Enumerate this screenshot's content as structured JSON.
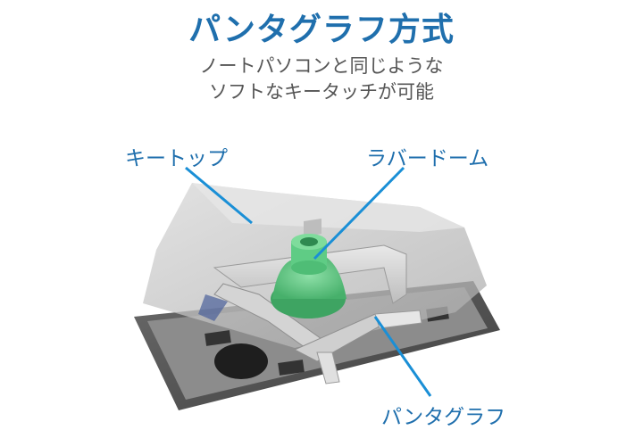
{
  "title": "パンタグラフ方式",
  "subtitle": {
    "line1": "ノートパソコンと同じような",
    "line2": "ソフトなキータッチが可能"
  },
  "labels": {
    "keytop": "キートップ",
    "rubber_dome": "ラバードーム",
    "pantograph": "パンタグラフ"
  },
  "colors": {
    "accent": "#1f6fad",
    "leader": "#1a8fd6",
    "dome": "#66cc88",
    "keycap": "#c8c8c8",
    "base": "#5a5a5a"
  }
}
